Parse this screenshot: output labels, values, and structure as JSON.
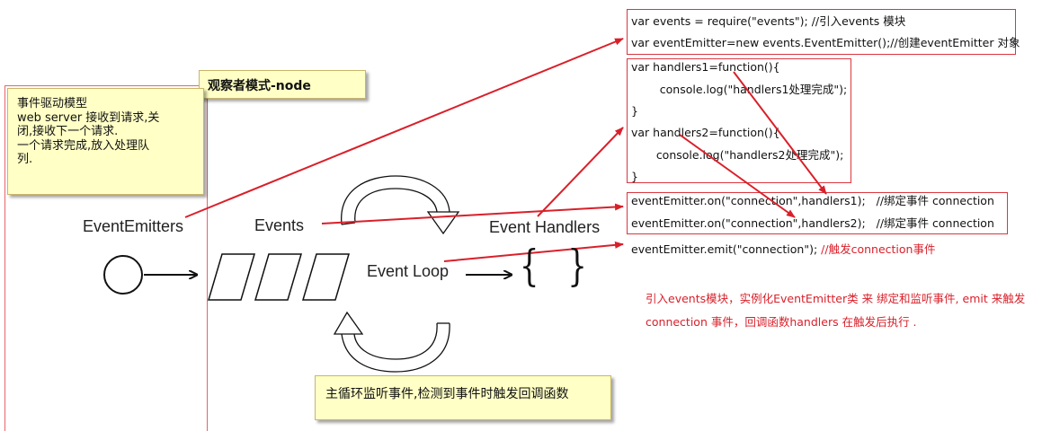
{
  "title_note": {
    "text": "观察者模式-node"
  },
  "event_note": {
    "lines": [
      "事件驱动模型",
      "web server 接收到请求,关",
      "闭,接收下一个请求.",
      "一个请求完成,放入处理队",
      "列."
    ]
  },
  "loop_note": {
    "text": "主循环监听事件,检测到事件时触发回调函数"
  },
  "diagram": {
    "emitters_label": "EventEmitters",
    "events_label": "Events",
    "loop_label": "Event Loop",
    "handlers_label": "Event Handlers",
    "braces": "{   }"
  },
  "code": {
    "require_lines": [
      "var events = require(\"events\"); //引入events 模块",
      "var eventEmitter=new events.EventEmitter();//创建eventEmitter 对象"
    ],
    "handler_lines": [
      "var handlers1=function(){",
      "        console.log(\"handlers1处理完成\");",
      "}",
      "var handlers2=function(){",
      "       console.log(\"handlers2处理完成\");",
      "}"
    ],
    "on_lines": [
      "eventEmitter.on(\"connection\",handlers1);   //绑定事件 connection",
      "eventEmitter.on(\"connection\",handlers2);   //绑定事件 connection"
    ],
    "emit_line": "eventEmitter.emit(\"connection\"); ",
    "emit_comment": "//触发connection事件"
  },
  "description": {
    "lines": [
      "引入events模块，实例化EventEmitter类 来 绑定和监听事件, emit 来触发",
      "connection 事件，回调函数handlers 在触发后执行 ."
    ]
  },
  "colors": {
    "accent_red": "#d9202a",
    "note_bg": "#ffffc6"
  }
}
